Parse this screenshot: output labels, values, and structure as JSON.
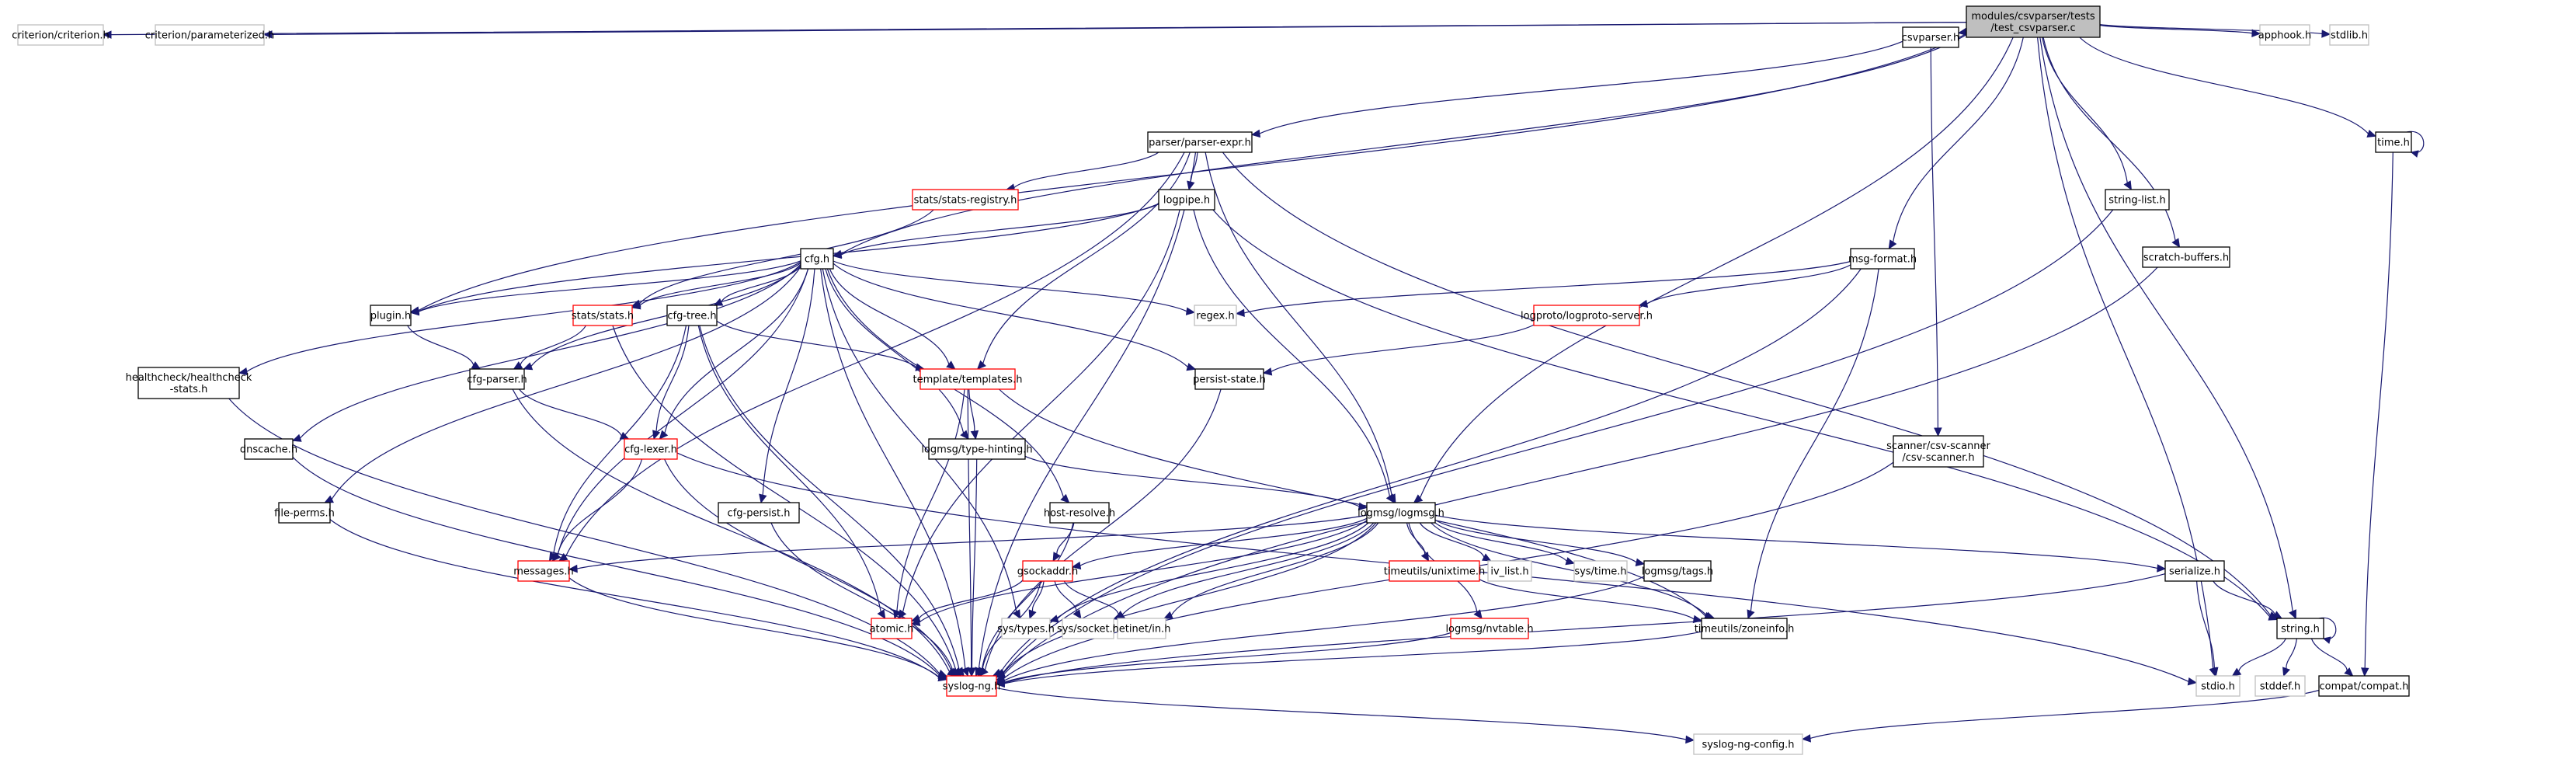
{
  "title": "Include dependency graph for modules/csvparser/tests/test_csvparser.c",
  "legend": {
    "root": "#bfbfbf",
    "documented": "#000000",
    "undocumented_truncated": "#ff0000",
    "external": "#bfbfbf"
  },
  "colors": {
    "edge": "#191970",
    "root_fill": "#bfbfbf",
    "node_fill": "#ffffff",
    "border_normal": "#000000",
    "border_red": "#ff0000",
    "border_gray": "#bfbfbf"
  },
  "nodes": [
    {
      "id": "root",
      "label": [
        "modules/csvparser/tests",
        "/test_csvparser.c"
      ],
      "style": "root"
    },
    {
      "id": "criterion",
      "label": [
        "criterion/criterion.h"
      ],
      "style": "gray"
    },
    {
      "id": "parameterized",
      "label": [
        "criterion/parameterized.h"
      ],
      "style": "gray"
    },
    {
      "id": "apphook",
      "label": [
        "apphook.h"
      ],
      "style": "gray"
    },
    {
      "id": "stdlib",
      "label": [
        "stdlib.h"
      ],
      "style": "gray"
    },
    {
      "id": "csvparser",
      "label": [
        "csvparser.h"
      ],
      "style": "normal"
    },
    {
      "id": "parserexpr",
      "label": [
        "parser/parser-expr.h"
      ],
      "style": "normal"
    },
    {
      "id": "timeh",
      "label": [
        "time.h"
      ],
      "style": "normal"
    },
    {
      "id": "statsreg",
      "label": [
        "stats/stats-registry.h"
      ],
      "style": "red"
    },
    {
      "id": "logpipe",
      "label": [
        "logpipe.h"
      ],
      "style": "normal"
    },
    {
      "id": "stringlist",
      "label": [
        "string-list.h"
      ],
      "style": "normal"
    },
    {
      "id": "cfg",
      "label": [
        "cfg.h"
      ],
      "style": "normal"
    },
    {
      "id": "msgformat",
      "label": [
        "msg-format.h"
      ],
      "style": "normal"
    },
    {
      "id": "scratch",
      "label": [
        "scratch-buffers.h"
      ],
      "style": "normal"
    },
    {
      "id": "plugin",
      "label": [
        "plugin.h"
      ],
      "style": "normal"
    },
    {
      "id": "stats",
      "label": [
        "stats/stats.h"
      ],
      "style": "red"
    },
    {
      "id": "cfgtree",
      "label": [
        "cfg-tree.h"
      ],
      "style": "normal"
    },
    {
      "id": "regex",
      "label": [
        "regex.h"
      ],
      "style": "gray"
    },
    {
      "id": "logprotoserver",
      "label": [
        "logproto/logproto-server.h"
      ],
      "style": "red"
    },
    {
      "id": "healthcheck",
      "label": [
        "healthcheck/healthcheck",
        "-stats.h"
      ],
      "style": "normal"
    },
    {
      "id": "cfgparser",
      "label": [
        "cfg-parser.h"
      ],
      "style": "normal"
    },
    {
      "id": "templates",
      "label": [
        "template/templates.h"
      ],
      "style": "red"
    },
    {
      "id": "persist",
      "label": [
        "persist-state.h"
      ],
      "style": "normal"
    },
    {
      "id": "dnscache",
      "label": [
        "dnscache.h"
      ],
      "style": "normal"
    },
    {
      "id": "cfglexer",
      "label": [
        "cfg-lexer.h"
      ],
      "style": "red"
    },
    {
      "id": "typehinting",
      "label": [
        "logmsg/type-hinting.h"
      ],
      "style": "normal"
    },
    {
      "id": "csvscanner",
      "label": [
        "scanner/csv-scanner",
        "/csv-scanner.h"
      ],
      "style": "normal"
    },
    {
      "id": "fileperms",
      "label": [
        "file-perms.h"
      ],
      "style": "normal"
    },
    {
      "id": "cfgpersist",
      "label": [
        "cfg-persist.h"
      ],
      "style": "normal"
    },
    {
      "id": "hostresolve",
      "label": [
        "host-resolve.h"
      ],
      "style": "normal"
    },
    {
      "id": "logmsg",
      "label": [
        "logmsg/logmsg.h"
      ],
      "style": "normal"
    },
    {
      "id": "messages",
      "label": [
        "messages.h"
      ],
      "style": "red"
    },
    {
      "id": "gsockaddr",
      "label": [
        "gsockaddr.h"
      ],
      "style": "red"
    },
    {
      "id": "unixtime",
      "label": [
        "timeutils/unixtime.h"
      ],
      "style": "red"
    },
    {
      "id": "ivlist",
      "label": [
        "iv_list.h"
      ],
      "style": "gray"
    },
    {
      "id": "systime",
      "label": [
        "sys/time.h"
      ],
      "style": "gray"
    },
    {
      "id": "tags",
      "label": [
        "logmsg/tags.h"
      ],
      "style": "normal"
    },
    {
      "id": "serialize",
      "label": [
        "serialize.h"
      ],
      "style": "normal"
    },
    {
      "id": "stringh",
      "label": [
        "string.h"
      ],
      "style": "normal"
    },
    {
      "id": "atomic",
      "label": [
        "atomic.h"
      ],
      "style": "red"
    },
    {
      "id": "systypes",
      "label": [
        "sys/types.h"
      ],
      "style": "gray"
    },
    {
      "id": "syssocket",
      "label": [
        "sys/socket.h"
      ],
      "style": "gray"
    },
    {
      "id": "netinet",
      "label": [
        "netinet/in.h"
      ],
      "style": "gray"
    },
    {
      "id": "nvtable",
      "label": [
        "logmsg/nvtable.h"
      ],
      "style": "red"
    },
    {
      "id": "zoneinfo",
      "label": [
        "timeutils/zoneinfo.h"
      ],
      "style": "normal"
    },
    {
      "id": "stdio",
      "label": [
        "stdio.h"
      ],
      "style": "gray"
    },
    {
      "id": "stddef",
      "label": [
        "stddef.h"
      ],
      "style": "gray"
    },
    {
      "id": "compat",
      "label": [
        "compat/compat.h"
      ],
      "style": "normal"
    },
    {
      "id": "syslogng",
      "label": [
        "syslog-ng.h"
      ],
      "style": "red"
    },
    {
      "id": "syslogngconfig",
      "label": [
        "syslog-ng-config.h"
      ],
      "style": "gray"
    }
  ],
  "edges": [
    [
      "root",
      "criterion"
    ],
    [
      "root",
      "parameterized"
    ],
    [
      "root",
      "apphook"
    ],
    [
      "root",
      "stdlib"
    ],
    [
      "root",
      "csvparser"
    ],
    [
      "root",
      "timeh"
    ],
    [
      "root",
      "stringlist"
    ],
    [
      "root",
      "msgformat"
    ],
    [
      "root",
      "scratch"
    ],
    [
      "root",
      "plugin"
    ],
    [
      "root",
      "cfg"
    ],
    [
      "root",
      "logmsg"
    ],
    [
      "root",
      "stringh"
    ],
    [
      "root",
      "stdio"
    ],
    [
      "csvparser",
      "parserexpr"
    ],
    [
      "csvparser",
      "csvscanner"
    ],
    [
      "parserexpr",
      "statsreg"
    ],
    [
      "parserexpr",
      "logpipe"
    ],
    [
      "parserexpr",
      "templates"
    ],
    [
      "parserexpr",
      "messages"
    ],
    [
      "parserexpr",
      "logmsg"
    ],
    [
      "parserexpr",
      "syslogng"
    ],
    [
      "parserexpr",
      "stringh"
    ],
    [
      "timeh",
      "timeh"
    ],
    [
      "timeh",
      "compat"
    ],
    [
      "statsreg",
      "stats"
    ],
    [
      "logpipe",
      "cfg"
    ],
    [
      "logpipe",
      "logmsg"
    ],
    [
      "logpipe",
      "atomic"
    ],
    [
      "logpipe",
      "plugin"
    ],
    [
      "logpipe",
      "stringh"
    ],
    [
      "stringlist",
      "syslogng"
    ],
    [
      "cfg",
      "plugin"
    ],
    [
      "cfg",
      "stats"
    ],
    [
      "cfg",
      "cfgtree"
    ],
    [
      "cfg",
      "regex"
    ],
    [
      "cfg",
      "healthcheck"
    ],
    [
      "cfg",
      "cfgparser"
    ],
    [
      "cfg",
      "templates"
    ],
    [
      "cfg",
      "persist"
    ],
    [
      "cfg",
      "dnscache"
    ],
    [
      "cfg",
      "cfglexer"
    ],
    [
      "cfg",
      "typehinting"
    ],
    [
      "cfg",
      "fileperms"
    ],
    [
      "cfg",
      "cfgpersist"
    ],
    [
      "cfg",
      "hostresolve"
    ],
    [
      "cfg",
      "messages"
    ],
    [
      "cfg",
      "syslogng"
    ],
    [
      "cfg",
      "systypes"
    ],
    [
      "msgformat",
      "regex"
    ],
    [
      "msgformat",
      "logprotoserver"
    ],
    [
      "msgformat",
      "zoneinfo"
    ],
    [
      "msgformat",
      "syslogng"
    ],
    [
      "scratch",
      "syslogng"
    ],
    [
      "plugin",
      "cfgparser"
    ],
    [
      "stats",
      "cfgparser"
    ],
    [
      "stats",
      "syslogng"
    ],
    [
      "cfgtree",
      "templates"
    ],
    [
      "cfgtree",
      "cfglexer"
    ],
    [
      "cfgtree",
      "messages"
    ],
    [
      "cfgtree",
      "atomic"
    ],
    [
      "cfgtree",
      "syslogng"
    ],
    [
      "logprotoserver",
      "persist"
    ],
    [
      "healthcheck",
      "syslogng"
    ],
    [
      "cfgparser",
      "cfglexer"
    ],
    [
      "cfgparser",
      "syslogng"
    ],
    [
      "templates",
      "typehinting"
    ],
    [
      "templates",
      "atomic"
    ],
    [
      "templates",
      "zoneinfo"
    ],
    [
      "templates",
      "syslogng"
    ],
    [
      "persist",
      "syslogng"
    ],
    [
      "dnscache",
      "syslogng"
    ],
    [
      "cfglexer",
      "messages"
    ],
    [
      "cfglexer",
      "syslogng"
    ],
    [
      "cfglexer",
      "stdio"
    ],
    [
      "typehinting",
      "logmsg"
    ],
    [
      "typehinting",
      "syslogng"
    ],
    [
      "csvscanner",
      "syslogng"
    ],
    [
      "fileperms",
      "syslogng"
    ],
    [
      "cfgpersist",
      "syslogng"
    ],
    [
      "hostresolve",
      "gsockaddr"
    ],
    [
      "hostresolve",
      "syslogng"
    ],
    [
      "logmsg",
      "messages"
    ],
    [
      "logmsg",
      "gsockaddr"
    ],
    [
      "logmsg",
      "unixtime"
    ],
    [
      "logmsg",
      "ivlist"
    ],
    [
      "logmsg",
      "systime"
    ],
    [
      "logmsg",
      "tags"
    ],
    [
      "logmsg",
      "serialize"
    ],
    [
      "logmsg",
      "atomic"
    ],
    [
      "logmsg",
      "systypes"
    ],
    [
      "logmsg",
      "syssocket"
    ],
    [
      "logmsg",
      "netinet"
    ],
    [
      "logmsg",
      "nvtable"
    ],
    [
      "logmsg",
      "zoneinfo"
    ],
    [
      "logmsg",
      "syslogng"
    ],
    [
      "messages",
      "syslogng"
    ],
    [
      "gsockaddr",
      "atomic"
    ],
    [
      "gsockaddr",
      "systypes"
    ],
    [
      "gsockaddr",
      "syssocket"
    ],
    [
      "gsockaddr",
      "netinet"
    ],
    [
      "gsockaddr",
      "syslogng"
    ],
    [
      "unixtime",
      "zoneinfo"
    ],
    [
      "tags",
      "syslogng"
    ],
    [
      "serialize",
      "stringh"
    ],
    [
      "serialize",
      "stdio"
    ],
    [
      "serialize",
      "syslogng"
    ],
    [
      "stringh",
      "stringh"
    ],
    [
      "stringh",
      "stdio"
    ],
    [
      "stringh",
      "stddef"
    ],
    [
      "stringh",
      "compat"
    ],
    [
      "nvtable",
      "syslogng"
    ],
    [
      "zoneinfo",
      "syslogng"
    ],
    [
      "compat",
      "syslogngconfig"
    ],
    [
      "syslogng",
      "syslogngconfig"
    ]
  ]
}
